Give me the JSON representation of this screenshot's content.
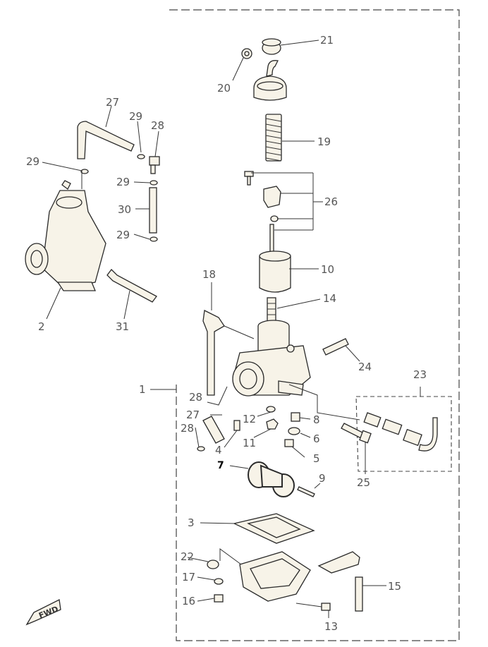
{
  "labels": {
    "l1": "1",
    "l2": "2",
    "l3": "3",
    "l4": "4",
    "l5": "5",
    "l6": "6",
    "l7": "7",
    "l8": "8",
    "l9": "9",
    "l10": "10",
    "l11": "11",
    "l12": "12",
    "l13": "13",
    "l14": "14",
    "l15": "15",
    "l16": "16",
    "l17": "17",
    "l18": "18",
    "l19": "19",
    "l20": "20",
    "l21": "21",
    "l22": "22",
    "l23": "23",
    "l24": "24",
    "l25": "25",
    "l26": "26",
    "l27a": "27",
    "l27b": "27",
    "l28a": "28",
    "l28b": "28",
    "l28c": "28",
    "l29a": "29",
    "l29b": "29",
    "l29c": "29",
    "l29d": "29",
    "l30": "30",
    "l31": "31"
  },
  "highlight_part": "7",
  "forward_marker": "FWD"
}
